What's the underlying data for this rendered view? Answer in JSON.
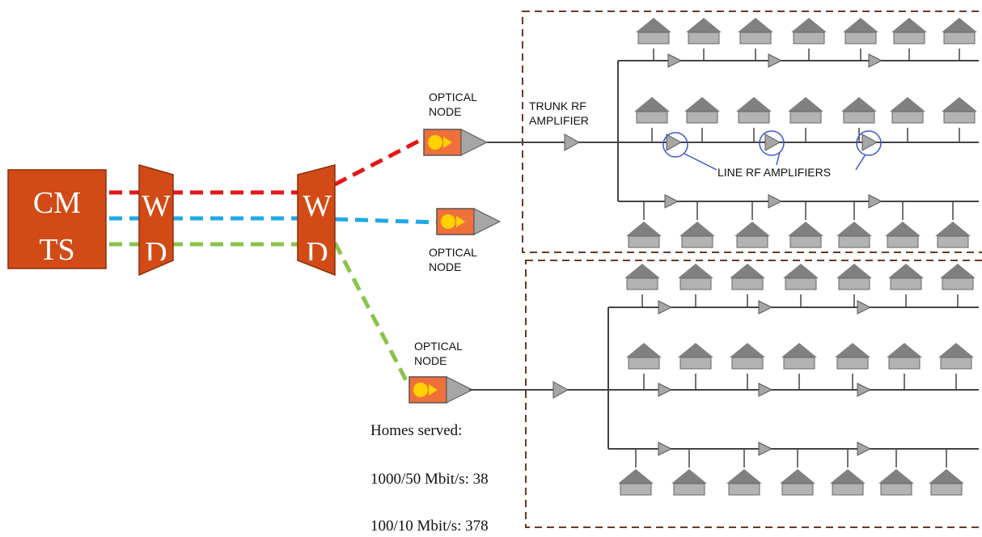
{
  "cmts": {
    "line1": "CM",
    "line2": "TS"
  },
  "wdm_left": {
    "line1": "W",
    "line2": "D"
  },
  "wdm_right": {
    "line1": "W",
    "line2": "D"
  },
  "labels": {
    "node_top_1": "OPTICAL",
    "node_top_2": "NODE",
    "node_mid_1": "OPTICAL",
    "node_mid_2": "NODE",
    "node_bot_1": "OPTICAL",
    "node_bot_2": "NODE",
    "trunk_1": "TRUNK RF",
    "trunk_2": "AMPLIFIER",
    "line_amps": "LINE RF AMPLIFIERS"
  },
  "info": {
    "title": "Homes served:",
    "line_1000": "1000/50 Mbit/s: 38",
    "line_100": "100/10 Mbit/s: 378"
  },
  "colors": {
    "cmts_fill": "#d24b16",
    "red_fiber": "#e41616",
    "blue_fiber": "#1fa9e6",
    "green_fiber": "#8ac34a",
    "node_fill": "#f0703a",
    "amp_gray": "#a6a6a6",
    "house_roof": "#808080",
    "house_body": "#b3b3b3",
    "circle": "#3c55d3",
    "dash_box": "#6b3a25"
  }
}
